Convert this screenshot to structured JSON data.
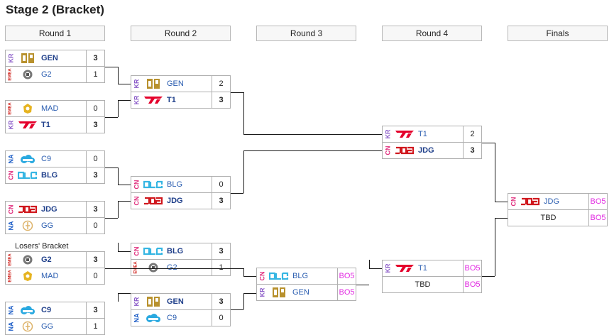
{
  "page_title": "Stage 2 (Bracket)",
  "rounds": [
    "Round 1",
    "Round 2",
    "Round 3",
    "Round 4",
    "Finals"
  ],
  "losers_bracket_label": "Losers' Bracket",
  "colors": {
    "region_KR": "#8a5bc8",
    "region_CN": "#e0307e",
    "region_NA": "#1f5fc7",
    "region_EMEA": "#d0241e",
    "bo5": "#e22be2"
  },
  "matches": [
    {
      "id": "r1m1",
      "teams": [
        {
          "region": "KR",
          "logo": "gen-logo",
          "name": "GEN",
          "score": "3",
          "winner": true
        },
        {
          "region": "EMEA",
          "logo": "g2-logo",
          "name": "G2",
          "score": "1",
          "winner": false
        }
      ]
    },
    {
      "id": "r1m2",
      "teams": [
        {
          "region": "EMEA",
          "logo": "mad-logo",
          "name": "MAD",
          "score": "0",
          "winner": false
        },
        {
          "region": "KR",
          "logo": "t1-logo",
          "name": "T1",
          "score": "3",
          "winner": true
        }
      ]
    },
    {
      "id": "r1m3",
      "teams": [
        {
          "region": "NA",
          "logo": "c9-logo",
          "name": "C9",
          "score": "0",
          "winner": false
        },
        {
          "region": "CN",
          "logo": "blg-logo",
          "name": "BLG",
          "score": "3",
          "winner": true
        }
      ]
    },
    {
      "id": "r1m4",
      "teams": [
        {
          "region": "CN",
          "logo": "jdg-logo",
          "name": "JDG",
          "score": "3",
          "winner": true
        },
        {
          "region": "NA",
          "logo": "gg-logo",
          "name": "GG",
          "score": "0",
          "winner": false
        }
      ]
    },
    {
      "id": "r1m5",
      "teams": [
        {
          "region": "EMEA",
          "logo": "g2-logo",
          "name": "G2",
          "score": "3",
          "winner": true
        },
        {
          "region": "EMEA",
          "logo": "mad-logo",
          "name": "MAD",
          "score": "0",
          "winner": false
        }
      ]
    },
    {
      "id": "r1m6",
      "teams": [
        {
          "region": "NA",
          "logo": "c9-logo",
          "name": "C9",
          "score": "3",
          "winner": true
        },
        {
          "region": "NA",
          "logo": "gg-logo",
          "name": "GG",
          "score": "1",
          "winner": false
        }
      ]
    },
    {
      "id": "r2m1",
      "teams": [
        {
          "region": "KR",
          "logo": "gen-logo",
          "name": "GEN",
          "score": "2",
          "winner": false
        },
        {
          "region": "KR",
          "logo": "t1-logo",
          "name": "T1",
          "score": "3",
          "winner": true
        }
      ]
    },
    {
      "id": "r2m2",
      "teams": [
        {
          "region": "CN",
          "logo": "blg-logo",
          "name": "BLG",
          "score": "0",
          "winner": false
        },
        {
          "region": "CN",
          "logo": "jdg-logo",
          "name": "JDG",
          "score": "3",
          "winner": true
        }
      ]
    },
    {
      "id": "r2m3",
      "teams": [
        {
          "region": "CN",
          "logo": "blg-logo",
          "name": "BLG",
          "score": "3",
          "winner": true
        },
        {
          "region": "EMEA",
          "logo": "g2-logo",
          "name": "G2",
          "score": "1",
          "winner": false
        }
      ]
    },
    {
      "id": "r2m4",
      "teams": [
        {
          "region": "KR",
          "logo": "gen-logo",
          "name": "GEN",
          "score": "3",
          "winner": true
        },
        {
          "region": "NA",
          "logo": "c9-logo",
          "name": "C9",
          "score": "0",
          "winner": false
        }
      ]
    },
    {
      "id": "r3m1",
      "teams": [
        {
          "region": "CN",
          "logo": "blg-logo",
          "name": "BLG",
          "score": "BO5",
          "winner": false
        },
        {
          "region": "KR",
          "logo": "gen-logo",
          "name": "GEN",
          "score": "BO5",
          "winner": false
        }
      ]
    },
    {
      "id": "r4m1",
      "teams": [
        {
          "region": "KR",
          "logo": "t1-logo",
          "name": "T1",
          "score": "2",
          "winner": false
        },
        {
          "region": "CN",
          "logo": "jdg-logo",
          "name": "JDG",
          "score": "3",
          "winner": true
        }
      ]
    },
    {
      "id": "r4m2",
      "teams": [
        {
          "region": "KR",
          "logo": "t1-logo",
          "name": "T1",
          "score": "BO5",
          "winner": false
        },
        {
          "region": "",
          "logo": "",
          "name": "TBD",
          "score": "BO5",
          "winner": false
        }
      ]
    },
    {
      "id": "final",
      "teams": [
        {
          "region": "CN",
          "logo": "jdg-logo",
          "name": "JDG",
          "score": "BO5",
          "winner": false
        },
        {
          "region": "",
          "logo": "",
          "name": "TBD",
          "score": "BO5",
          "winner": false
        }
      ]
    }
  ]
}
